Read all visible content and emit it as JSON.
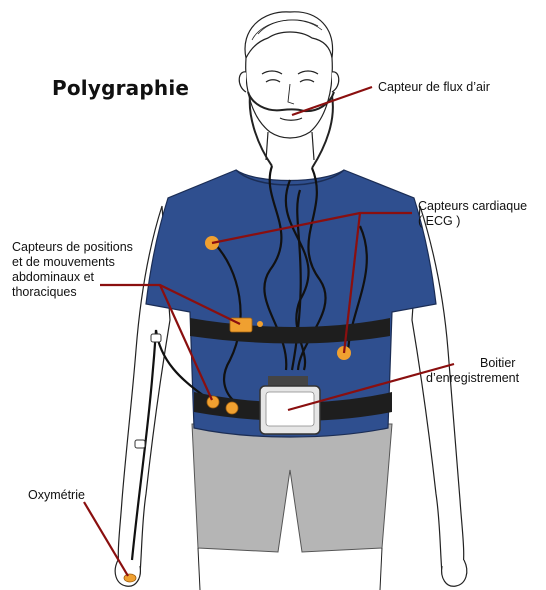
{
  "title": "Polygraphie",
  "labels": {
    "airflow": "Capteur de flux d’air",
    "cardiac": [
      "Capteurs cardiaque",
      "( ECG )"
    ],
    "position": [
      "Capteurs de positions",
      "et de mouvements",
      "abdominaux et",
      "thoraciques"
    ],
    "recorder": [
      "Boitier",
      "d’enregistrement"
    ],
    "oximetry": "Oxymétrie"
  },
  "colors": {
    "shirt": "#2f4f8f",
    "shorts": "#b5b5b5",
    "sensor": "#f0a030",
    "leader_line": "#8a0f0f",
    "belt": "#1e1e1e"
  }
}
